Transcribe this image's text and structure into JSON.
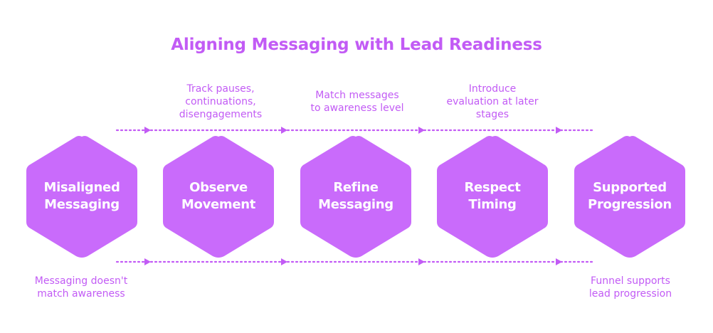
{
  "title": "Aligning Messaging with Lead Readiness",
  "colors": {
    "accent": "#c25bf5",
    "hex_fill": "#c96bfb",
    "dots": "#c25bf5"
  },
  "steps": [
    {
      "line1": "Misaligned",
      "line2": "Messaging"
    },
    {
      "line1": "Observe",
      "line2": "Movement"
    },
    {
      "line1": "Refine",
      "line2": "Messaging"
    },
    {
      "line1": "Respect",
      "line2": "Timing"
    },
    {
      "line1": "Supported",
      "line2": "Progression"
    }
  ],
  "top_captions": [
    {
      "lines": [
        "Track pauses,",
        "continuations,",
        "disengagements"
      ]
    },
    {
      "lines": [
        "Match messages",
        "to awareness level"
      ]
    },
    {
      "lines": [
        "Introduce",
        "evaluation at later",
        "stages"
      ]
    }
  ],
  "bottom_captions": [
    {
      "lines": [
        "Messaging doesn't",
        "match awareness"
      ]
    },
    {
      "lines": [
        "Funnel supports",
        "lead progression"
      ]
    }
  ]
}
